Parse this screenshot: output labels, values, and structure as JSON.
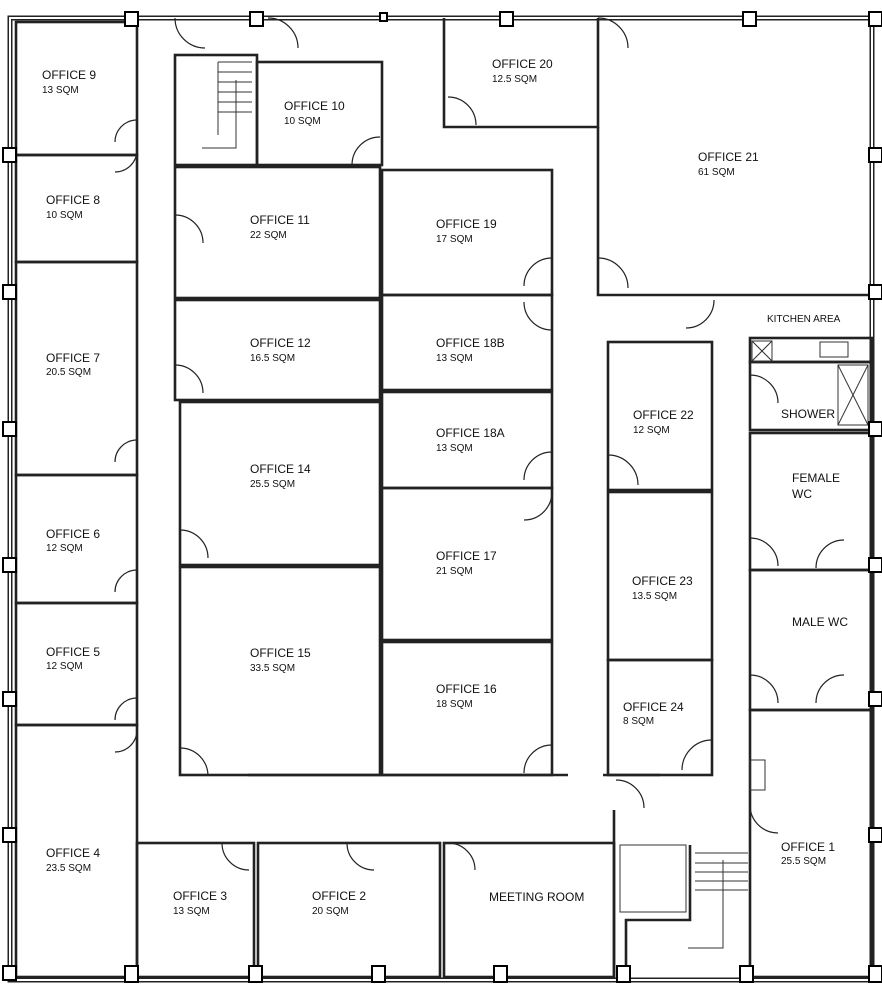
{
  "rooms": {
    "office9": {
      "name": "OFFICE 9",
      "area": "13 SQM"
    },
    "office8": {
      "name": "OFFICE 8",
      "area": "10 SQM"
    },
    "office7": {
      "name": "OFFICE 7",
      "area": "20.5 SQM"
    },
    "office6": {
      "name": "OFFICE 6",
      "area": "12 SQM"
    },
    "office5": {
      "name": "OFFICE 5",
      "area": "12 SQM"
    },
    "office4": {
      "name": "OFFICE 4",
      "area": "23.5 SQM"
    },
    "office3": {
      "name": "OFFICE 3",
      "area": "13 SQM"
    },
    "office2": {
      "name": "OFFICE 2",
      "area": "20 SQM"
    },
    "meeting": {
      "name": "MEETING ROOM"
    },
    "office10": {
      "name": "OFFICE 10",
      "area": "10 SQM"
    },
    "office11": {
      "name": "OFFICE 11",
      "area": "22 SQM"
    },
    "office12": {
      "name": "OFFICE 12",
      "area": "16.5 SQM"
    },
    "office14": {
      "name": "OFFICE 14",
      "area": "25.5 SQM"
    },
    "office15": {
      "name": "OFFICE 15",
      "area": "33.5 SQM"
    },
    "office19": {
      "name": "OFFICE 19",
      "area": "17 SQM"
    },
    "office18b": {
      "name": "OFFICE 18B",
      "area": "13 SQM"
    },
    "office18a": {
      "name": "OFFICE 18A",
      "area": "13 SQM"
    },
    "office17": {
      "name": "OFFICE 17",
      "area": "21 SQM"
    },
    "office16": {
      "name": "OFFICE 16",
      "area": "18 SQM"
    },
    "office20": {
      "name": "OFFICE 20",
      "area": "12.5 SQM"
    },
    "office21": {
      "name": "OFFICE 21",
      "area": "61 SQM"
    },
    "office22": {
      "name": "OFFICE 22",
      "area": "12 SQM"
    },
    "office23": {
      "name": "OFFICE 23",
      "area": "13.5 SQM"
    },
    "office24": {
      "name": "OFFICE 24",
      "area": "8 SQM"
    },
    "kitchen": {
      "name": "KITCHEN AREA"
    },
    "shower": {
      "name": "SHOWER"
    },
    "female_wc": {
      "name_line1": "FEMALE",
      "name_line2": "WC"
    },
    "male_wc": {
      "name": "MALE WC"
    },
    "office1": {
      "name": "OFFICE 1",
      "area": "25.5 SQM"
    }
  }
}
